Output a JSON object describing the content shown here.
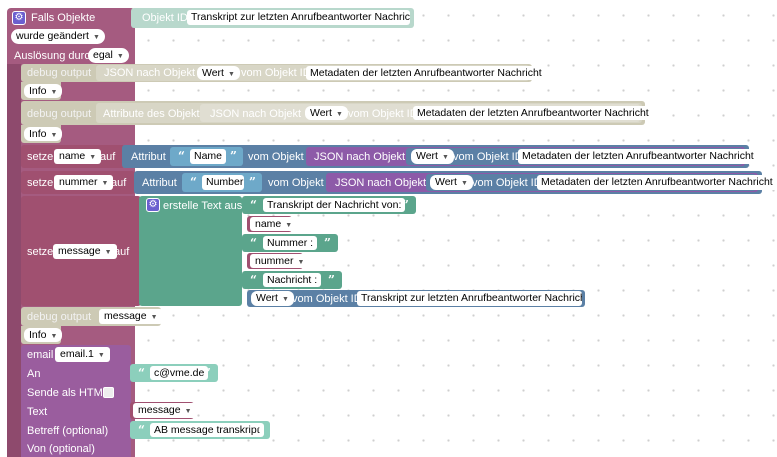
{
  "trigger": {
    "title": "Falls Objekte",
    "objekt_id_label": "Objekt ID",
    "objekt_id_value": "Transkript zur letzten Anrufbeantworter Nachrich...",
    "changed_option": "wurde geändert",
    "trigger_label": "Auslösung durch",
    "trigger_option": "egal"
  },
  "debug1": {
    "label": "debug output",
    "json_label": "JSON nach Objekt",
    "value_option": "Wert",
    "from_label": "vom Objekt ID",
    "object_name": "Metadaten der letzten Anrufbeantworter Nachricht",
    "level": "Info"
  },
  "debug2": {
    "label": "debug output",
    "attr_label": "Attribute des Objekts",
    "json_label": "JSON nach Objekt",
    "value_option": "Wert",
    "from_label": "vom Objekt ID",
    "object_name": "Metadaten der letzten Anrufbeantworter Nachricht",
    "level": "Info"
  },
  "set_name": {
    "set_label": "setze",
    "var": "name",
    "on_label": "auf",
    "attr_label": "Attribut",
    "attr_value": "Name",
    "from_obj_label": "vom Objekt",
    "json_label": "JSON nach Objekt",
    "value_option": "Wert",
    "from_label": "vom Objekt ID",
    "object_name": "Metadaten der letzten Anrufbeantworter Nachricht"
  },
  "set_nummer": {
    "set_label": "setze",
    "var": "nummer",
    "on_label": "auf",
    "attr_label": "Attribut",
    "attr_value": "Number",
    "from_obj_label": "vom Objekt",
    "json_label": "JSON nach Objekt",
    "value_option": "Wert",
    "from_label": "vom Objekt ID",
    "object_name": "Metadaten der letzten Anrufbeantworter Nachricht"
  },
  "set_message": {
    "set_label": "setze",
    "var": "message",
    "on_label": "auf",
    "create_label": "erstelle Text aus",
    "parts": {
      "p1": "Transkript der Nachricht von:",
      "p2": "name",
      "p3": "Nummer :",
      "p4": "nummer",
      "p5": "Nachricht :",
      "value_option": "Wert",
      "from_label": "vom Objekt ID",
      "object_name": "Transkript zur letzten Anrufbeantworter Nachrich..."
    }
  },
  "debug3": {
    "label": "debug output",
    "var": "message",
    "level": "Info"
  },
  "email": {
    "label": "email",
    "instance": "email.1",
    "to_label": "An",
    "to_value": "c@vme.de",
    "html_label": "Sende als HTML",
    "text_label": "Text",
    "text_var": "message",
    "subject_label": "Betreff (optional)",
    "subject_value": "AB message transkript",
    "from_label": "Von (optional)"
  },
  "glyphs": {
    "open_quote": "“",
    "close_quote": "”",
    "dropdown_arrow": "▼",
    "gear": "⚙"
  }
}
